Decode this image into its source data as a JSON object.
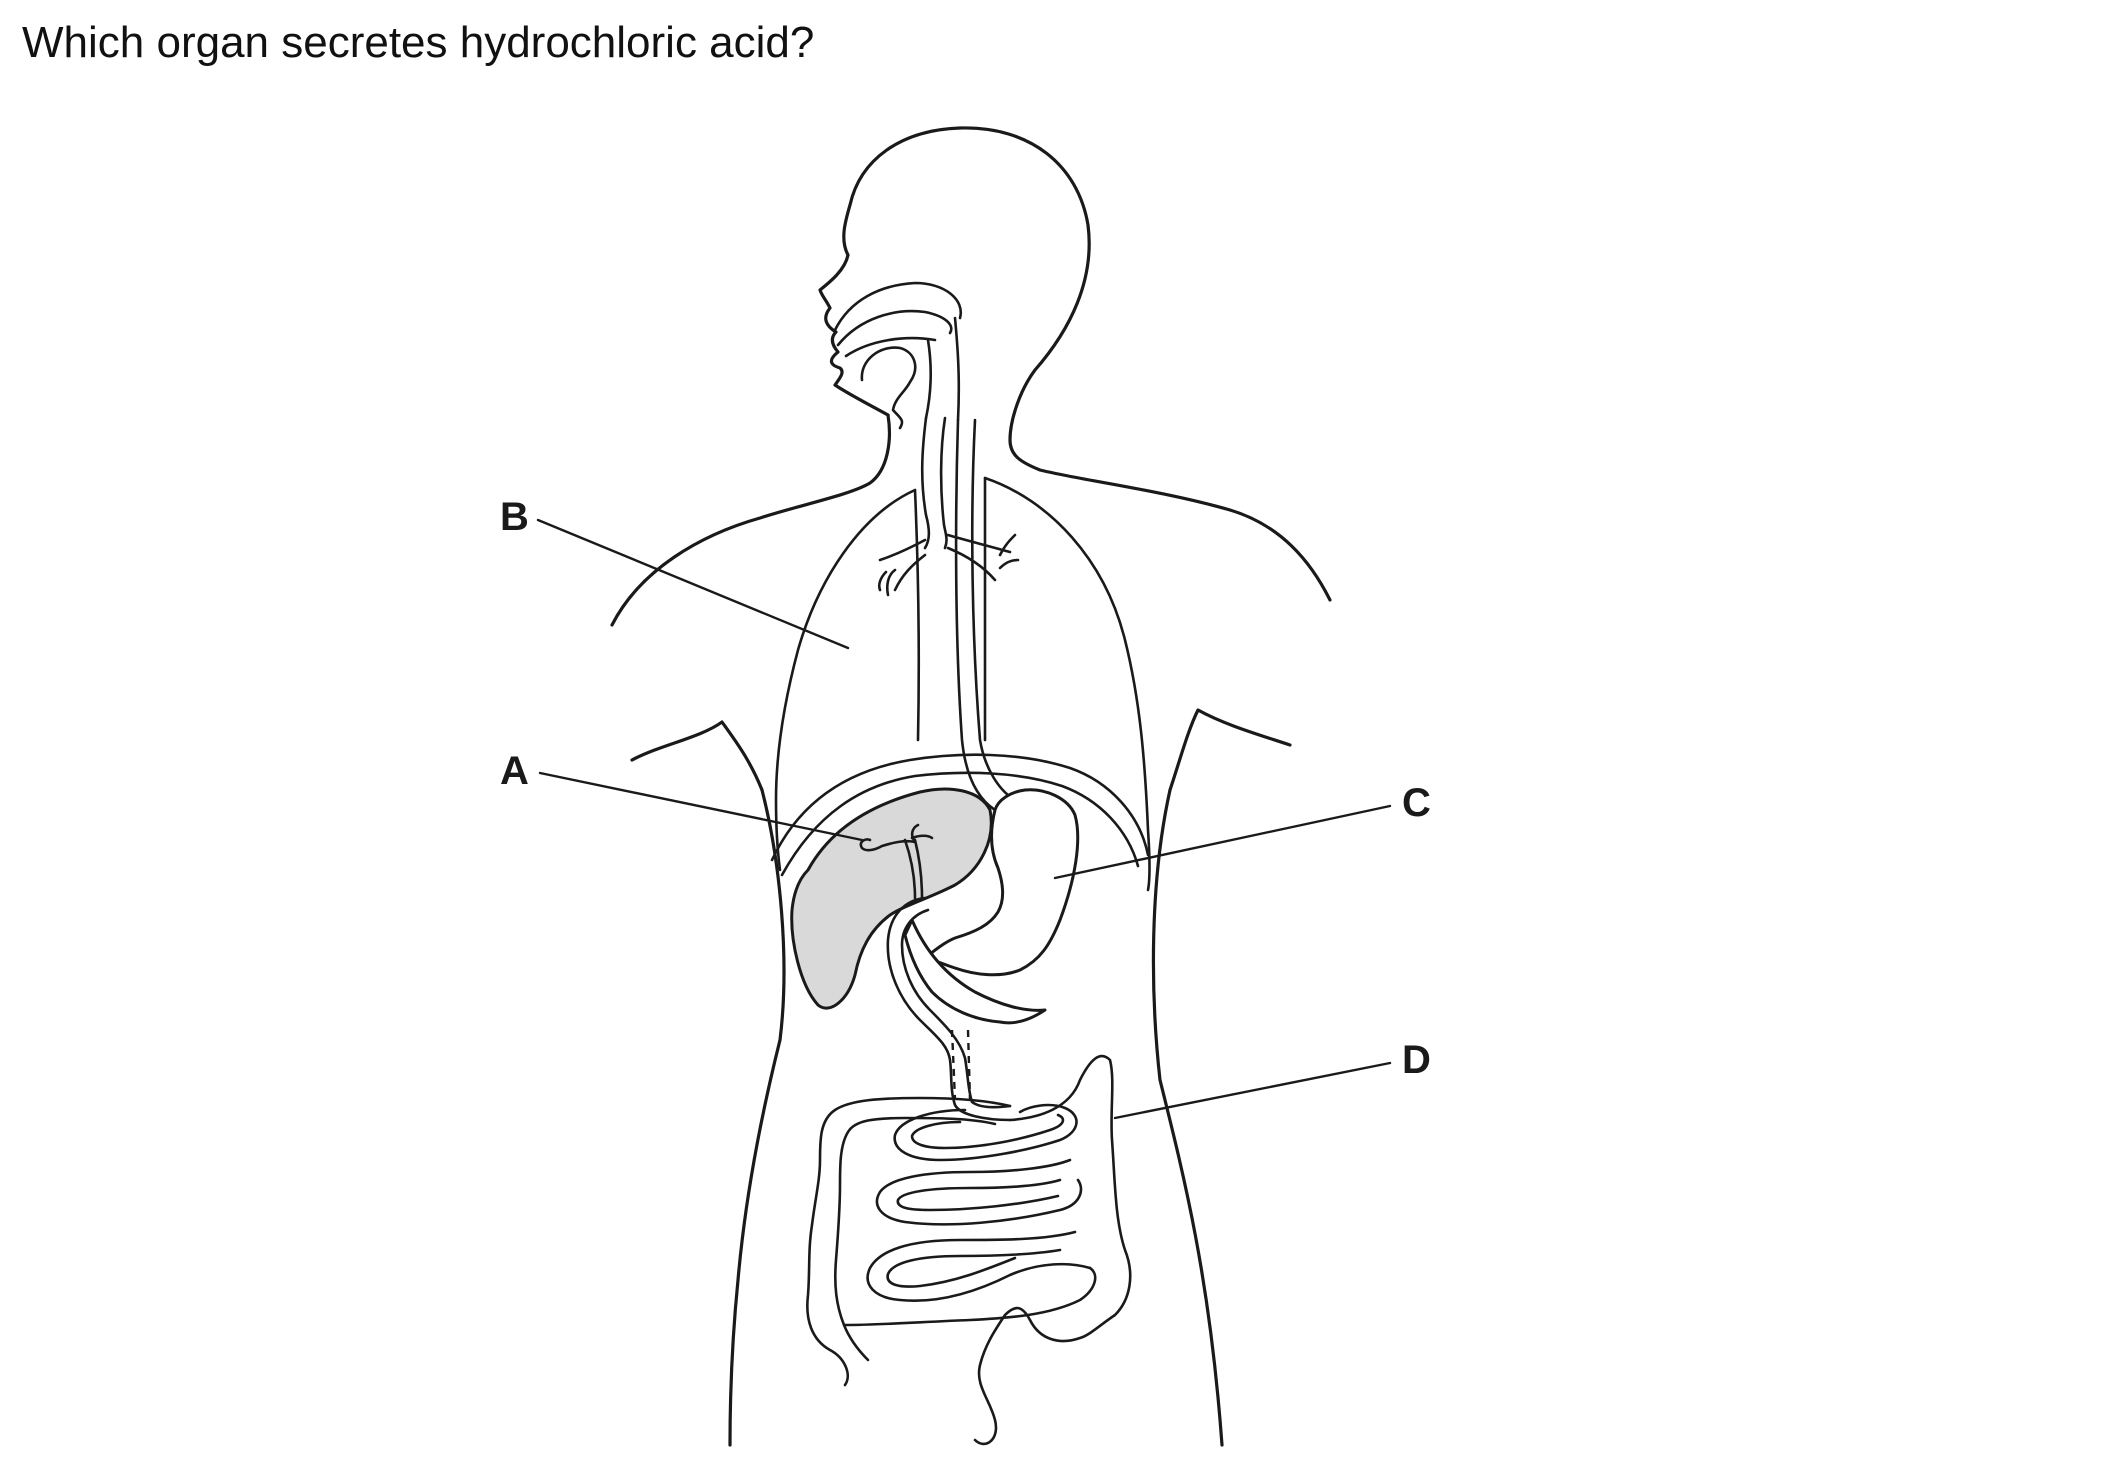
{
  "question": "Which organ secretes hydrochloric acid?",
  "labels": {
    "a": "A",
    "b": "B",
    "c": "C",
    "d": "D"
  }
}
